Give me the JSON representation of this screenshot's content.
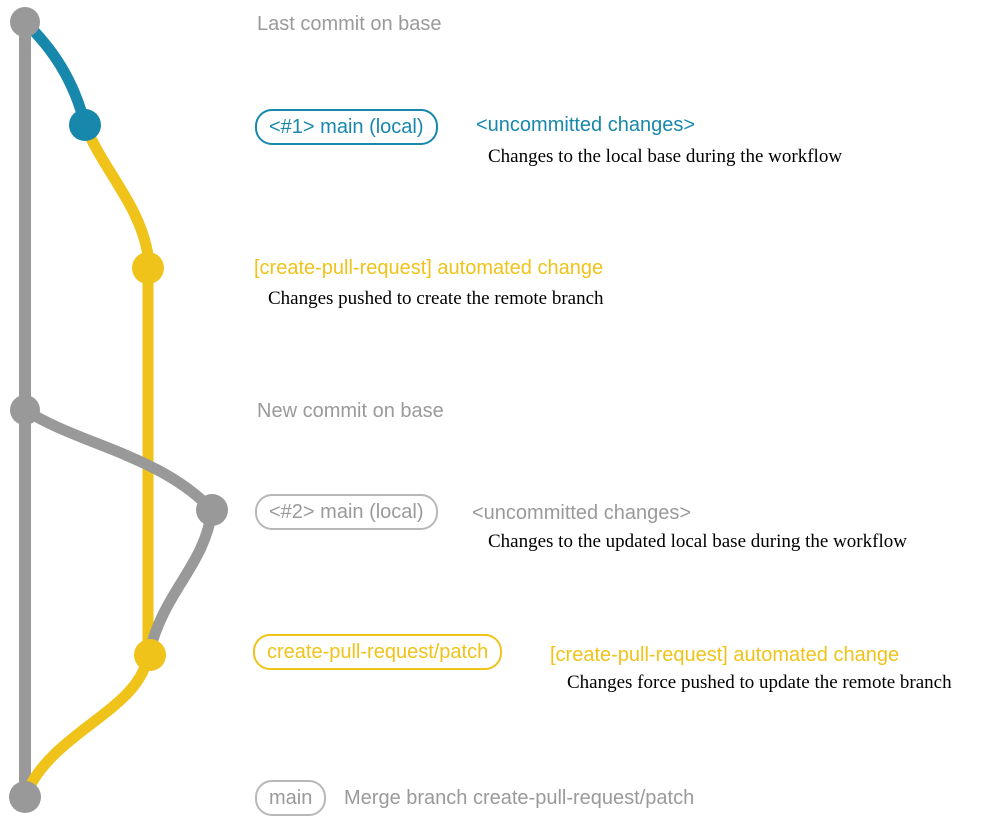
{
  "colors": {
    "base_branch_gray": "#999999",
    "local_main_teal": "#1787AC",
    "patch_branch_gold": "#EFC319",
    "muted_text_gray": "#9A9A9A",
    "description_black": "#000000"
  },
  "graph": {
    "type": "git-branch-diagram",
    "branches": [
      {
        "name": "base",
        "color": "#999999"
      },
      {
        "name": "main (local) #1",
        "color": "#1787AC"
      },
      {
        "name": "create-pull-request/patch",
        "color": "#EFC319"
      },
      {
        "name": "main (local) #2",
        "color": "#999999"
      }
    ],
    "commits": [
      {
        "name": "last-commit-on-base",
        "branch": "base",
        "color": "#999999"
      },
      {
        "name": "uncommitted-changes-1",
        "branch": "main (local) #1",
        "color": "#1787AC"
      },
      {
        "name": "automated-change-1",
        "branch": "create-pull-request/patch",
        "color": "#EFC319"
      },
      {
        "name": "new-commit-on-base",
        "branch": "base",
        "color": "#999999"
      },
      {
        "name": "uncommitted-changes-2",
        "branch": "main (local) #2",
        "color": "#999999"
      },
      {
        "name": "automated-change-2",
        "branch": "create-pull-request/patch",
        "color": "#EFC319"
      },
      {
        "name": "merge-commit",
        "branch": "base",
        "color": "#999999"
      }
    ]
  },
  "rows": {
    "top": {
      "heading": "Last commit on base"
    },
    "r1": {
      "badge": "<#1> main (local)",
      "note": "<uncommitted changes>",
      "desc": "Changes to the local base during the workflow"
    },
    "r2": {
      "note": "[create-pull-request] automated change",
      "desc": "Changes pushed to create the remote branch"
    },
    "mid": {
      "heading": "New commit on base"
    },
    "r3": {
      "badge": "<#2> main (local)",
      "note": "<uncommitted changes>",
      "desc": "Changes to the updated local base during the workflow"
    },
    "r4": {
      "badge": "create-pull-request/patch",
      "note": "[create-pull-request] automated change",
      "desc": "Changes force pushed to update the remote branch"
    },
    "bottom": {
      "badge": "main",
      "note": "Merge branch create-pull-request/patch"
    }
  }
}
